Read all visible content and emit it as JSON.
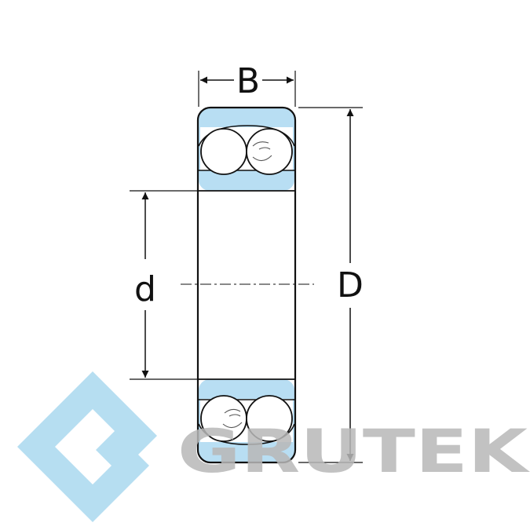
{
  "diagram": {
    "labels": {
      "width": "B",
      "outer_diameter": "D",
      "bore_diameter": "d"
    }
  },
  "watermark": {
    "brand": "GRUTEK",
    "logo_icon": "grutek-g-logo-icon"
  },
  "colors": {
    "line": "#111111",
    "race_fill": "#b8def3",
    "watermark_logo": "#a9d8ee",
    "watermark_text": "#b8b8b8",
    "background": "#ffffff"
  }
}
